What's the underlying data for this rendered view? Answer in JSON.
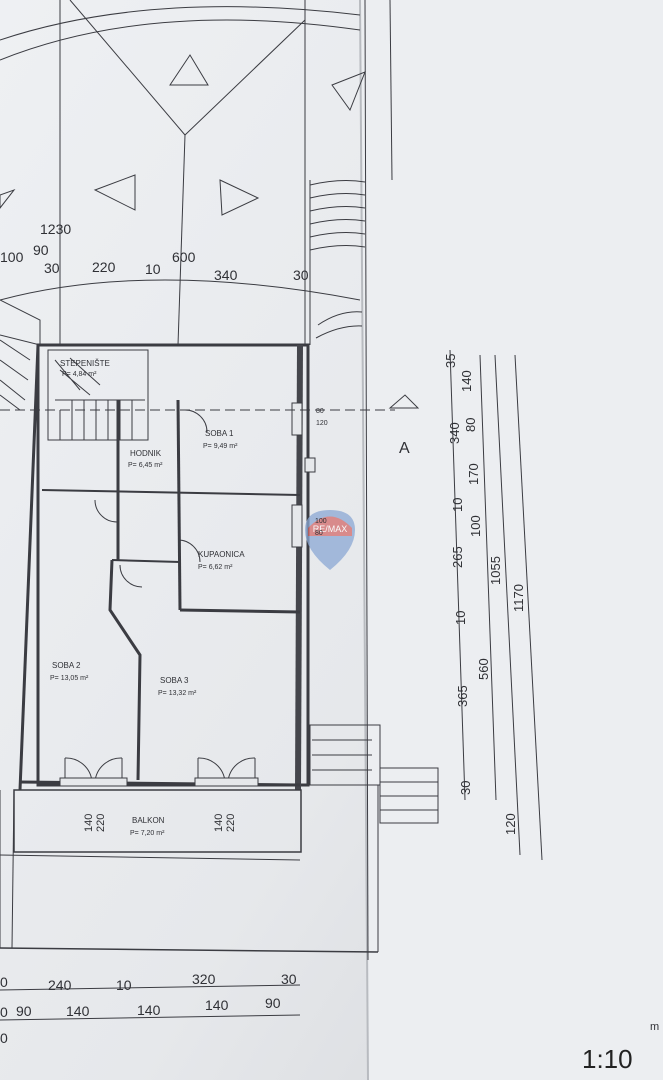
{
  "photo": {
    "paper_color": "#e9ebee",
    "paper_shadow_color": "#c9cbcf",
    "line_color": "#3b3c42"
  },
  "rooms": {
    "stair": {
      "name": "STEPENIŠTE",
      "area": "P= 4,84 m²"
    },
    "hall": {
      "name": "HODNIK",
      "area": "P= 6,45 m²"
    },
    "soba1": {
      "name": "SOBA 1",
      "area": "P= 9,49 m²"
    },
    "bath": {
      "name": "KUPAONICA",
      "area": "P= 6,62 m²"
    },
    "soba2": {
      "name": "SOBA 2",
      "area": "P= 13,05 m²"
    },
    "soba3": {
      "name": "SOBA 3",
      "area": "P= 13,32 m²"
    },
    "balcony": {
      "name": "BALKON",
      "area": "P= 7,20 m²"
    }
  },
  "section_label": "A",
  "top_dims": [
    "1230",
    "100",
    "90",
    "30",
    "220",
    "10",
    "600",
    "340",
    "30"
  ],
  "bottom_dims_row1": [
    "0",
    "240",
    "10",
    "320",
    "30"
  ],
  "bottom_dims_row2": [
    "0",
    "90",
    "140",
    "140",
    "140",
    "90"
  ],
  "bottom_dims_row3": [
    "0"
  ],
  "right_dims_inner": [
    "35",
    "140",
    "340",
    "10",
    "265",
    "10",
    "365",
    "30"
  ],
  "right_dims_mid": [
    "80",
    "170",
    "100",
    "560",
    "120"
  ],
  "right_dims_outer": [
    "1055",
    "1170"
  ],
  "window_dims": [
    "80",
    "120",
    "100",
    "80"
  ],
  "door_dims": [
    "140",
    "220",
    "140",
    "220"
  ],
  "watermark": "RE/MAX",
  "scale_label": "1:10",
  "scale_small": "m"
}
